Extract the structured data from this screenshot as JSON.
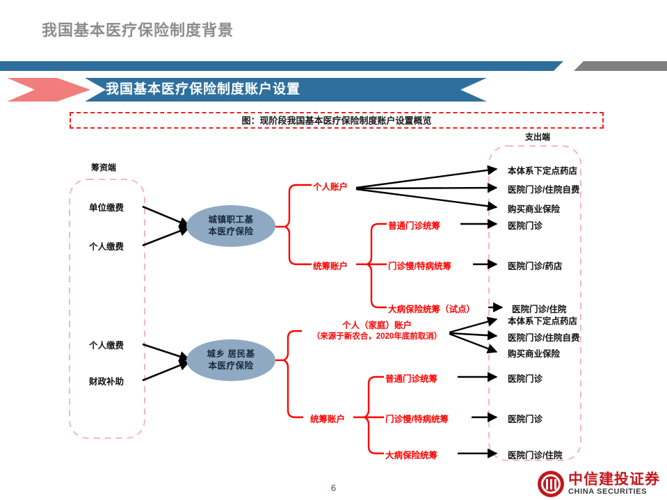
{
  "slide": {
    "title": "我国基本医疗保险制度背景",
    "page_number": "6"
  },
  "banner": {
    "label": "我国基本医疗保险制度账户设置"
  },
  "caption": {
    "text": "图：现阶段我国基本医疗保险制度账户设置概览"
  },
  "diagram": {
    "group_labels": {
      "funding": "筹资端",
      "expenditure": "支出端"
    },
    "schemes": [
      {
        "name": "城镇职工基\n本医疗保险",
        "line1": "城镇职工基",
        "line2": "本医疗保险",
        "inputs": [
          "单位缴费",
          "个人缴费"
        ],
        "accounts": [
          {
            "label": "个人账户",
            "sub": "",
            "outputs": [
              "本体系下定点药店",
              "医院门诊/住院自费",
              "购买商业保险"
            ]
          },
          {
            "label": "统筹账户",
            "sub": "",
            "children": [
              {
                "label": "普通门诊统筹",
                "output": "医院门诊"
              },
              {
                "label": "门诊慢/特病统筹",
                "output": "医院门诊/药店"
              },
              {
                "label": "大病保险统筹（试点）",
                "output": "医院门诊/住院"
              }
            ]
          }
        ]
      },
      {
        "name": "城乡 居民基\n本医疗保险",
        "line1": "城乡 居民基",
        "line2": "本医疗保险",
        "inputs": [
          "个人缴费",
          "财政补助"
        ],
        "accounts": [
          {
            "label": "个人（家庭）账户",
            "sub": "（来源于新农合，2020年底前取消）",
            "outputs": [
              "本体系下定点药店",
              "医院门诊/住院自费",
              "购买商业保险"
            ]
          },
          {
            "label": "统筹账户",
            "sub": "",
            "children": [
              {
                "label": "普通门诊统筹",
                "output": "医院门诊"
              },
              {
                "label": "门诊慢/特病统筹",
                "output": "医院门诊"
              },
              {
                "label": "大病保险统筹",
                "output": "医院门诊/住院"
              }
            ]
          }
        ]
      }
    ]
  },
  "logo": {
    "cn": "中信建投证券",
    "en": "CHINA SECURITIES"
  },
  "colors": {
    "header_blue": "#2e6f9e",
    "header_gray": "#808080",
    "banner_red": "#f27d7d",
    "caption_border": "#ef1f1f",
    "node_red": "#ff0000",
    "oval_blue": "#8fa9c2",
    "boundary_pink": "#f4b8bc",
    "title_gray": "#8c8c8c",
    "logo_red": "#c3161c"
  }
}
